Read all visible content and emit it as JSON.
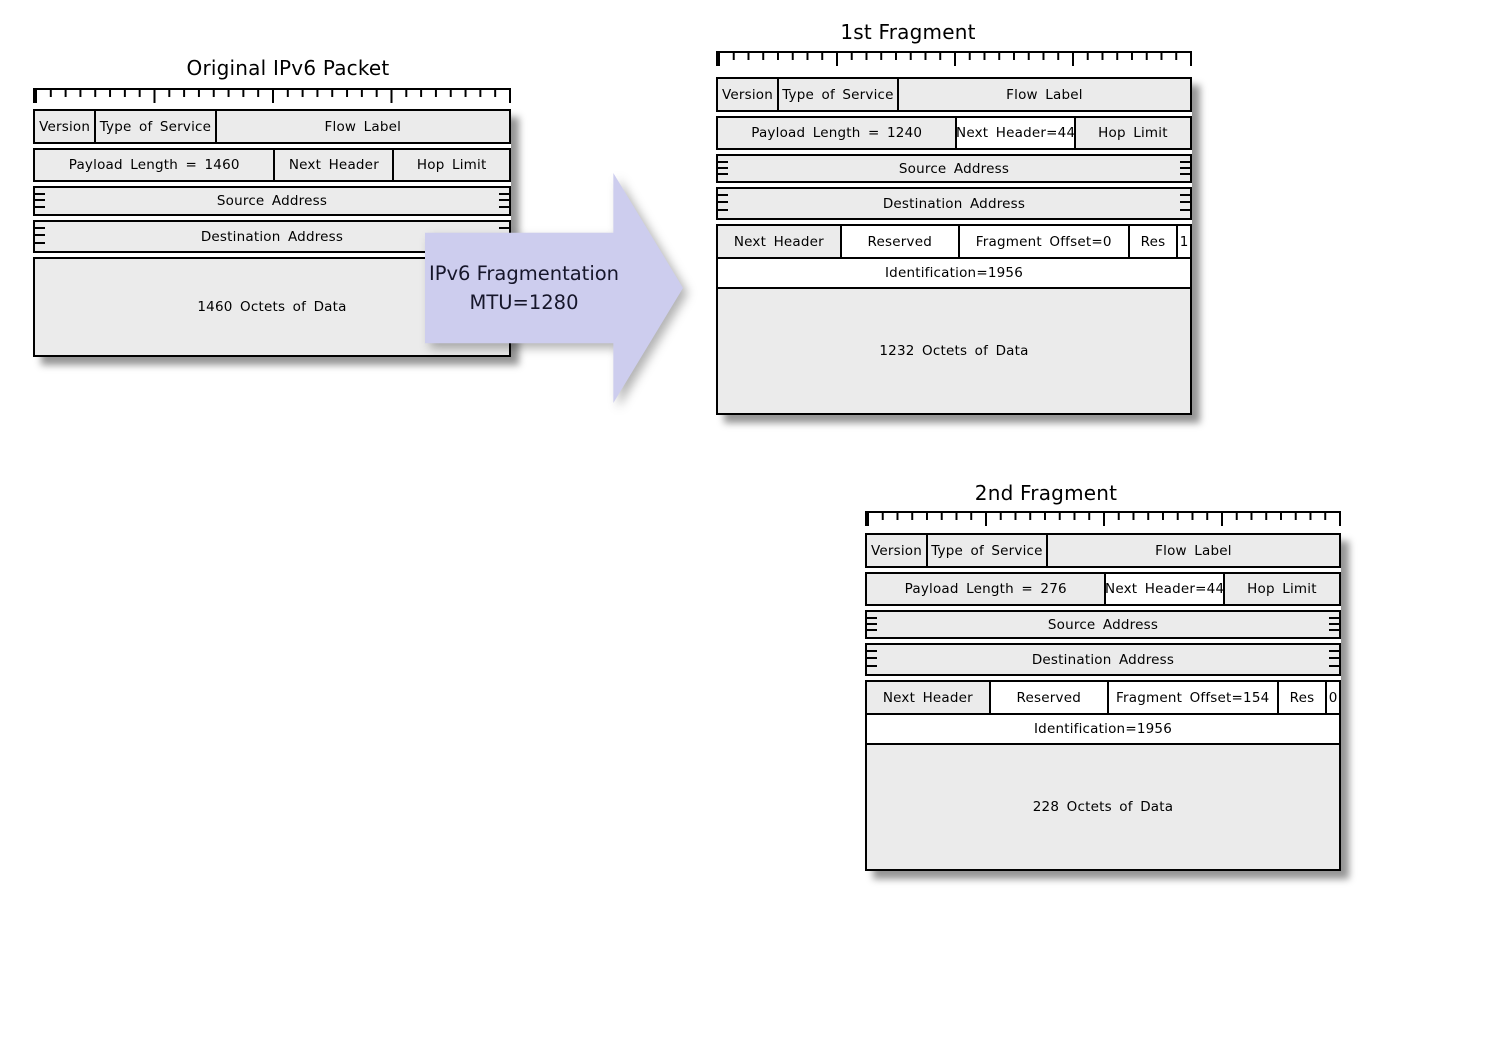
{
  "titles": {
    "original": "Original IPv6 Packet",
    "fragment1": "1st Fragment",
    "fragment2": "2nd Fragment"
  },
  "arrow": {
    "line1": "IPv6 Fragmentation",
    "line2": "MTU=1280"
  },
  "colors": {
    "cell_gray": "#ebebeb",
    "cell_white": "#ffffff",
    "border": "#000000",
    "arrow_fill": "#cdcdee",
    "shadow": "rgba(0,0,0,0.42)"
  },
  "original": {
    "version": "Version",
    "type_of_service": "Type of Service",
    "flow_label": "Flow Label",
    "payload_length": "Payload Length = 1460",
    "next_header": "Next Header",
    "hop_limit": "Hop Limit",
    "source_address": "Source Address",
    "destination_address": "Destination Address",
    "data": "1460 Octets of Data"
  },
  "fragment1": {
    "version": "Version",
    "type_of_service": "Type of Service",
    "flow_label": "Flow Label",
    "payload_length": "Payload Length = 1240",
    "next_header": "Next Header=44",
    "hop_limit": "Hop Limit",
    "source_address": "Source Address",
    "destination_address": "Destination Address",
    "frag_next_header": "Next Header",
    "reserved": "Reserved",
    "fragment_offset": "Fragment Offset=0",
    "res": "Res",
    "m_flag": "1",
    "identification": "Identification=1956",
    "data": "1232 Octets of Data"
  },
  "fragment2": {
    "version": "Version",
    "type_of_service": "Type of Service",
    "flow_label": "Flow Label",
    "payload_length": "Payload Length = 276",
    "next_header": "Next Header=44",
    "hop_limit": "Hop Limit",
    "source_address": "Source Address",
    "destination_address": "Destination Address",
    "frag_next_header": "Next Header",
    "reserved": "Reserved",
    "fragment_offset": "Fragment Offset=154",
    "res": "Res",
    "m_flag": "0",
    "identification": "Identification=1956",
    "data": "228 Octets of Data"
  }
}
